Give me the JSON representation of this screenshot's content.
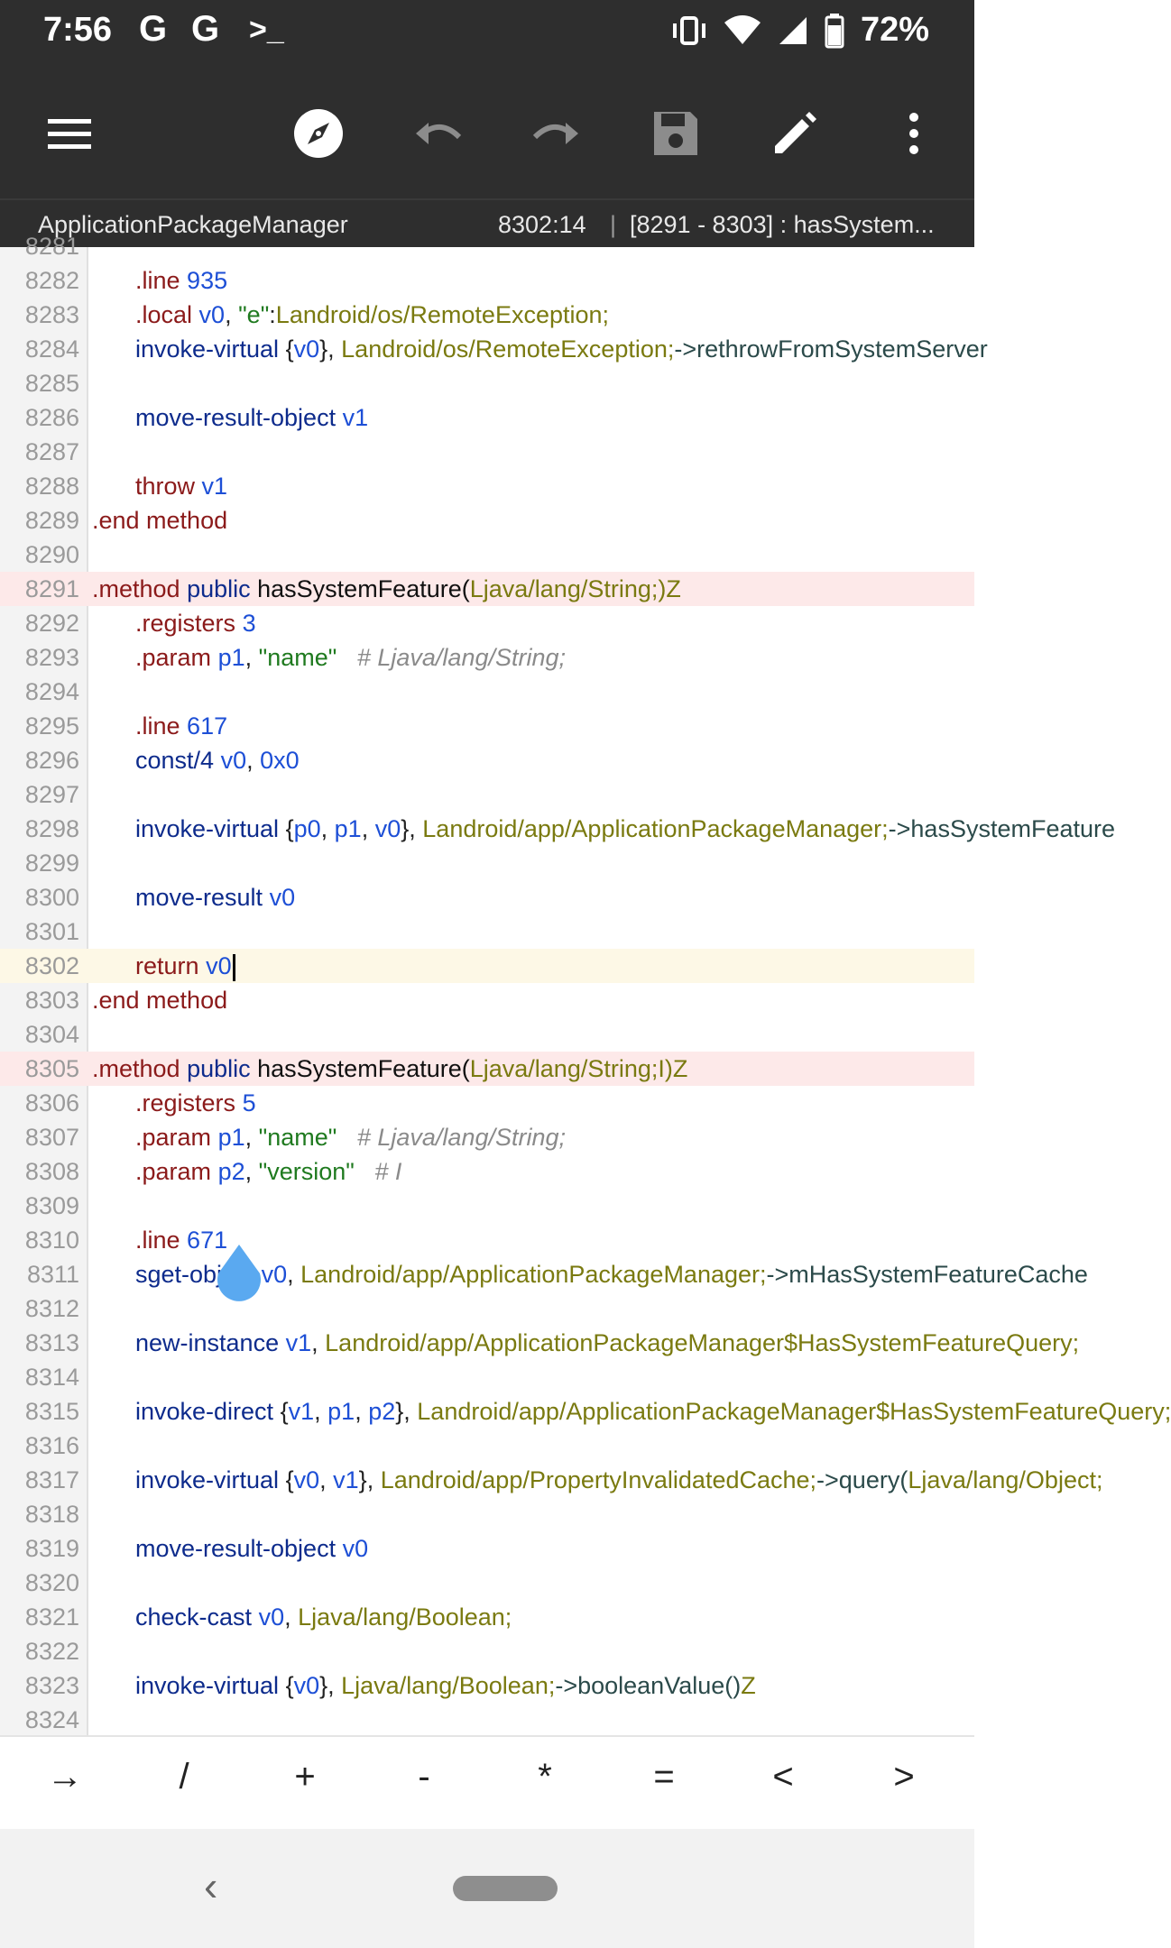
{
  "status_bar": {
    "time": "7:56",
    "notifications": [
      "G",
      "G",
      ">_"
    ],
    "battery": "72%"
  },
  "toolbar": {
    "menu_icon": "menu-icon",
    "icons": [
      "compass-icon",
      "undo-icon",
      "redo-icon",
      "save-icon",
      "edit-icon",
      "more-icon"
    ]
  },
  "info_bar": {
    "file_name": "ApplicationPackageManager",
    "cursor_position": "8302:14",
    "separator": "|",
    "context": "[8291 - 8303] : hasSystem..."
  },
  "editor": {
    "lines": [
      {
        "n": "8281",
        "indent": true,
        "tokens": []
      },
      {
        "n": "8282",
        "indent": true,
        "tokens": [
          [
            ".line",
            "dir"
          ],
          [
            " ",
            "pun"
          ],
          [
            "935",
            "num"
          ]
        ]
      },
      {
        "n": "8283",
        "indent": true,
        "tokens": [
          [
            ".local",
            "dir"
          ],
          [
            " ",
            "pun"
          ],
          [
            "v0",
            "reg"
          ],
          [
            ", ",
            "pun"
          ],
          [
            "\"e\"",
            "str"
          ],
          [
            ":",
            "pun"
          ],
          [
            "Landroid/os/RemoteException;",
            "type"
          ]
        ]
      },
      {
        "n": "8284",
        "indent": true,
        "tokens": [
          [
            "invoke-virtual",
            "kw"
          ],
          [
            " {",
            "pun"
          ],
          [
            "v0",
            "reg"
          ],
          [
            "}, ",
            "pun"
          ],
          [
            "Landroid/os/RemoteException;",
            "type"
          ],
          [
            "->rethrowFromSystemServer",
            "call"
          ]
        ]
      },
      {
        "n": "8285",
        "indent": true,
        "tokens": []
      },
      {
        "n": "8286",
        "indent": true,
        "tokens": [
          [
            "move-result-object",
            "kw"
          ],
          [
            " ",
            "pun"
          ],
          [
            "v1",
            "reg"
          ]
        ]
      },
      {
        "n": "8287",
        "indent": true,
        "tokens": []
      },
      {
        "n": "8288",
        "indent": true,
        "tokens": [
          [
            "throw",
            "dir"
          ],
          [
            " ",
            "pun"
          ],
          [
            "v1",
            "reg"
          ]
        ]
      },
      {
        "n": "8289",
        "indent": false,
        "tokens": [
          [
            ".end method",
            "dir"
          ]
        ]
      },
      {
        "n": "8290",
        "indent": false,
        "tokens": []
      },
      {
        "n": "8291",
        "indent": false,
        "hl": "method",
        "tokens": [
          [
            ".method",
            "dir"
          ],
          [
            " ",
            "pun"
          ],
          [
            "public",
            "kw"
          ],
          [
            " ",
            "pun"
          ],
          [
            "hasSystemFeature(",
            "name"
          ],
          [
            "Ljava/lang/String;",
            "type"
          ],
          [
            ")Z",
            "type"
          ]
        ]
      },
      {
        "n": "8292",
        "indent": true,
        "tokens": [
          [
            ".registers",
            "dir"
          ],
          [
            " ",
            "pun"
          ],
          [
            "3",
            "num"
          ]
        ]
      },
      {
        "n": "8293",
        "indent": true,
        "tokens": [
          [
            ".param",
            "dir"
          ],
          [
            " ",
            "pun"
          ],
          [
            "p1",
            "reg"
          ],
          [
            ", ",
            "pun"
          ],
          [
            "\"name\"",
            "str"
          ],
          [
            "   ",
            "pun"
          ],
          [
            "# Ljava/lang/String;",
            "cmt"
          ]
        ]
      },
      {
        "n": "8294",
        "indent": true,
        "tokens": []
      },
      {
        "n": "8295",
        "indent": true,
        "tokens": [
          [
            ".line",
            "dir"
          ],
          [
            " ",
            "pun"
          ],
          [
            "617",
            "num"
          ]
        ]
      },
      {
        "n": "8296",
        "indent": true,
        "tokens": [
          [
            "const/4",
            "kw"
          ],
          [
            " ",
            "pun"
          ],
          [
            "v0",
            "reg"
          ],
          [
            ", ",
            "pun"
          ],
          [
            "0x0",
            "num"
          ]
        ]
      },
      {
        "n": "8297",
        "indent": true,
        "tokens": []
      },
      {
        "n": "8298",
        "indent": true,
        "tokens": [
          [
            "invoke-virtual",
            "kw"
          ],
          [
            " {",
            "pun"
          ],
          [
            "p0",
            "reg"
          ],
          [
            ", ",
            "pun"
          ],
          [
            "p1",
            "reg"
          ],
          [
            ", ",
            "pun"
          ],
          [
            "v0",
            "reg"
          ],
          [
            "}, ",
            "pun"
          ],
          [
            "Landroid/app/ApplicationPackageManager;",
            "type"
          ],
          [
            "->hasSystemFeature",
            "call"
          ]
        ]
      },
      {
        "n": "8299",
        "indent": true,
        "tokens": []
      },
      {
        "n": "8300",
        "indent": true,
        "tokens": [
          [
            "move-result",
            "kw"
          ],
          [
            " ",
            "pun"
          ],
          [
            "v0",
            "reg"
          ]
        ]
      },
      {
        "n": "8301",
        "indent": true,
        "tokens": []
      },
      {
        "n": "8302",
        "indent": true,
        "hl": "cur",
        "cursor": true,
        "tokens": [
          [
            "return",
            "dir"
          ],
          [
            " ",
            "pun"
          ],
          [
            "v0",
            "reg"
          ]
        ]
      },
      {
        "n": "8303",
        "indent": false,
        "tokens": [
          [
            ".end method",
            "dir"
          ]
        ]
      },
      {
        "n": "8304",
        "indent": false,
        "tokens": []
      },
      {
        "n": "8305",
        "indent": false,
        "hl": "method",
        "tokens": [
          [
            ".method",
            "dir"
          ],
          [
            " ",
            "pun"
          ],
          [
            "public",
            "kw"
          ],
          [
            " ",
            "pun"
          ],
          [
            "hasSystemFeature(",
            "name"
          ],
          [
            "Ljava/lang/String;I",
            "type"
          ],
          [
            ")Z",
            "type"
          ]
        ]
      },
      {
        "n": "8306",
        "indent": true,
        "tokens": [
          [
            ".registers",
            "dir"
          ],
          [
            " ",
            "pun"
          ],
          [
            "5",
            "num"
          ]
        ]
      },
      {
        "n": "8307",
        "indent": true,
        "tokens": [
          [
            ".param",
            "dir"
          ],
          [
            " ",
            "pun"
          ],
          [
            "p1",
            "reg"
          ],
          [
            ", ",
            "pun"
          ],
          [
            "\"name\"",
            "str"
          ],
          [
            "   ",
            "pun"
          ],
          [
            "# Ljava/lang/String;",
            "cmt"
          ]
        ]
      },
      {
        "n": "8308",
        "indent": true,
        "tokens": [
          [
            ".param",
            "dir"
          ],
          [
            " ",
            "pun"
          ],
          [
            "p2",
            "reg"
          ],
          [
            ", ",
            "pun"
          ],
          [
            "\"version\"",
            "str"
          ],
          [
            "   ",
            "pun"
          ],
          [
            "# I",
            "cmt"
          ]
        ]
      },
      {
        "n": "8309",
        "indent": true,
        "tokens": []
      },
      {
        "n": "8310",
        "indent": true,
        "tokens": [
          [
            ".line",
            "dir"
          ],
          [
            " ",
            "pun"
          ],
          [
            "671",
            "num"
          ]
        ]
      },
      {
        "n": "8311",
        "indent": true,
        "tokens": [
          [
            "sget-object",
            "kw"
          ],
          [
            " ",
            "pun"
          ],
          [
            "v0",
            "reg"
          ],
          [
            ", ",
            "pun"
          ],
          [
            "Landroid/app/ApplicationPackageManager;",
            "type"
          ],
          [
            "->mHasSystemFeatureCache",
            "call"
          ]
        ]
      },
      {
        "n": "8312",
        "indent": true,
        "tokens": []
      },
      {
        "n": "8313",
        "indent": true,
        "tokens": [
          [
            "new-instance",
            "kw"
          ],
          [
            " ",
            "pun"
          ],
          [
            "v1",
            "reg"
          ],
          [
            ", ",
            "pun"
          ],
          [
            "Landroid/app/ApplicationPackageManager$HasSystemFeatureQuery;",
            "type"
          ]
        ]
      },
      {
        "n": "8314",
        "indent": true,
        "tokens": []
      },
      {
        "n": "8315",
        "indent": true,
        "tokens": [
          [
            "invoke-direct",
            "kw"
          ],
          [
            " {",
            "pun"
          ],
          [
            "v1",
            "reg"
          ],
          [
            ", ",
            "pun"
          ],
          [
            "p1",
            "reg"
          ],
          [
            ", ",
            "pun"
          ],
          [
            "p2",
            "reg"
          ],
          [
            "}, ",
            "pun"
          ],
          [
            "Landroid/app/ApplicationPackageManager$HasSystemFeatureQuery;",
            "type"
          ]
        ]
      },
      {
        "n": "8316",
        "indent": true,
        "tokens": []
      },
      {
        "n": "8317",
        "indent": true,
        "tokens": [
          [
            "invoke-virtual",
            "kw"
          ],
          [
            " {",
            "pun"
          ],
          [
            "v0",
            "reg"
          ],
          [
            ", ",
            "pun"
          ],
          [
            "v1",
            "reg"
          ],
          [
            "}, ",
            "pun"
          ],
          [
            "Landroid/app/PropertyInvalidatedCache;",
            "type"
          ],
          [
            "->query(",
            "call"
          ],
          [
            "Ljava/lang/Object;",
            "type"
          ]
        ]
      },
      {
        "n": "8318",
        "indent": true,
        "tokens": []
      },
      {
        "n": "8319",
        "indent": true,
        "tokens": [
          [
            "move-result-object",
            "kw"
          ],
          [
            " ",
            "pun"
          ],
          [
            "v0",
            "reg"
          ]
        ]
      },
      {
        "n": "8320",
        "indent": true,
        "tokens": []
      },
      {
        "n": "8321",
        "indent": true,
        "tokens": [
          [
            "check-cast",
            "kw"
          ],
          [
            " ",
            "pun"
          ],
          [
            "v0",
            "reg"
          ],
          [
            ", ",
            "pun"
          ],
          [
            "Ljava/lang/Boolean;",
            "type"
          ]
        ]
      },
      {
        "n": "8322",
        "indent": true,
        "tokens": []
      },
      {
        "n": "8323",
        "indent": true,
        "tokens": [
          [
            "invoke-virtual",
            "kw"
          ],
          [
            " {",
            "pun"
          ],
          [
            "v0",
            "reg"
          ],
          [
            "}, ",
            "pun"
          ],
          [
            "Ljava/lang/Boolean;",
            "type"
          ],
          [
            "->booleanValue()",
            "call"
          ],
          [
            "Z",
            "type"
          ]
        ]
      },
      {
        "n": "8324",
        "indent": true,
        "tokens": []
      }
    ]
  },
  "symbol_bar": {
    "keys": [
      "→",
      "/",
      "+",
      "-",
      "*",
      "=",
      "<",
      ">"
    ]
  },
  "nav_bar": {
    "back_label": "‹"
  }
}
